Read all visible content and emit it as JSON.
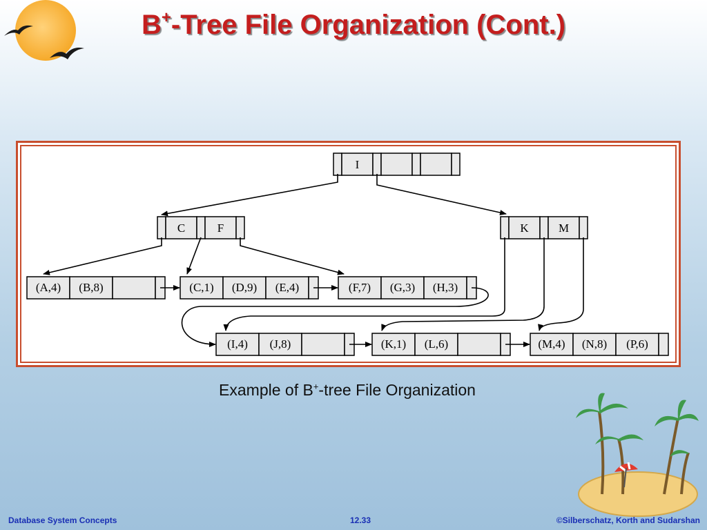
{
  "title": {
    "main": "B",
    "sup": "+",
    "rest": "-Tree File Organization (Cont.)"
  },
  "caption": {
    "pre": "Example of B",
    "sup": "+",
    "post": "-tree File Organization"
  },
  "diagram": {
    "root": {
      "keys": [
        "I"
      ]
    },
    "internal": [
      {
        "keys": [
          "C",
          "F"
        ]
      },
      {
        "keys": [
          "K",
          "M"
        ]
      }
    ],
    "leaves_row1": [
      [
        "(A,4)",
        "(B,8)",
        ""
      ],
      [
        "(C,1)",
        "(D,9)",
        "(E,4)"
      ],
      [
        "(F,7)",
        "(G,3)",
        "(H,3)"
      ]
    ],
    "leaves_row2": [
      [
        "(I,4)",
        "(J,8)",
        ""
      ],
      [
        "(K,1)",
        "(L,6)",
        ""
      ],
      [
        "(M,4)",
        "(N,8)",
        "(P,6)"
      ]
    ]
  },
  "footer": {
    "left": "Database System Concepts",
    "center": "12.33",
    "right": "©Silberschatz, Korth and Sudarshan"
  },
  "colors": {
    "title": "#c41e1e",
    "frame": "#c84e2e",
    "footer": "#1a2fb4",
    "node_fill": "#e9e9e9"
  }
}
